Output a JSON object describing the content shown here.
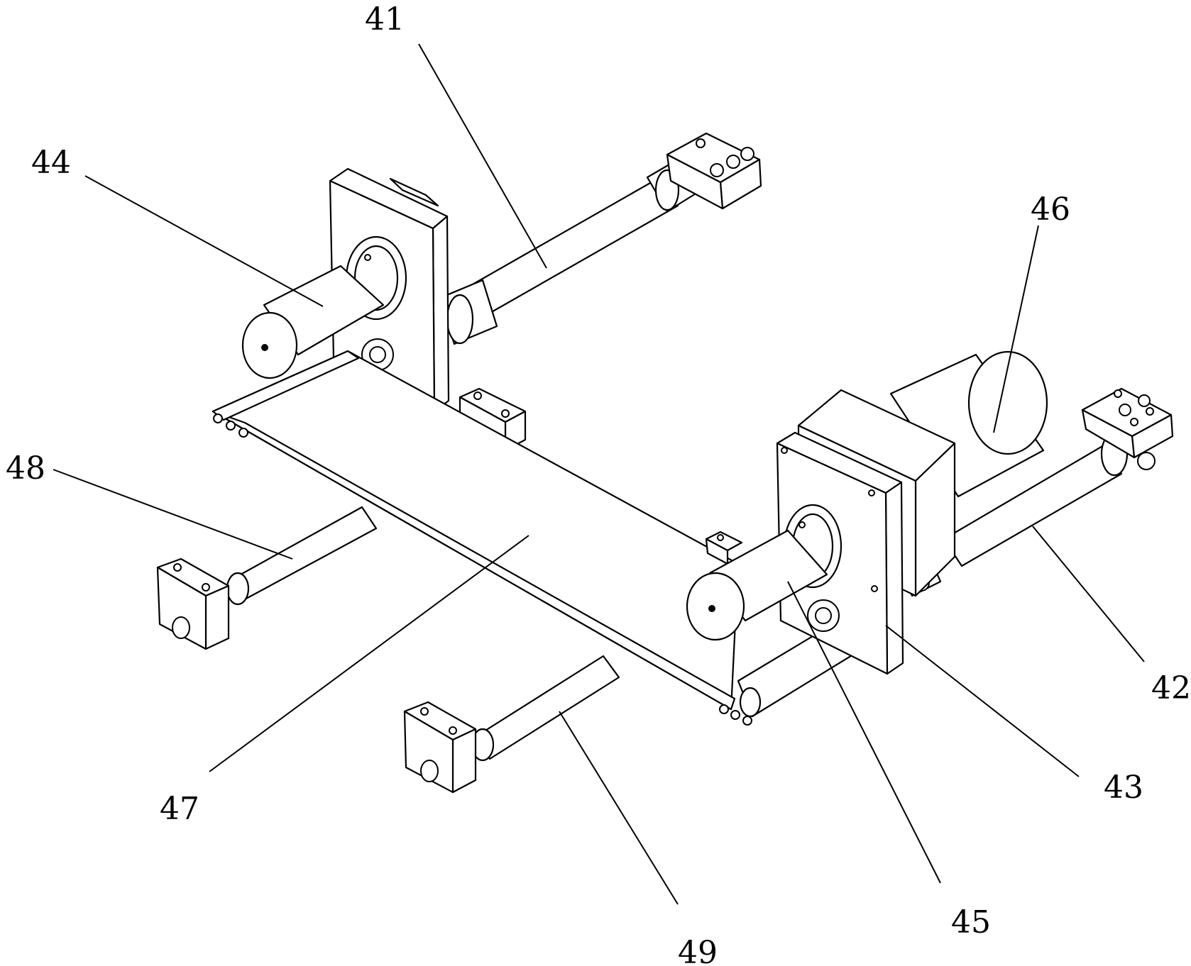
{
  "labels": {
    "l41": "41",
    "l42": "42",
    "l43": "43",
    "l44": "44",
    "l45": "45",
    "l46": "46",
    "l47": "47",
    "l48": "48",
    "l49": "49"
  }
}
